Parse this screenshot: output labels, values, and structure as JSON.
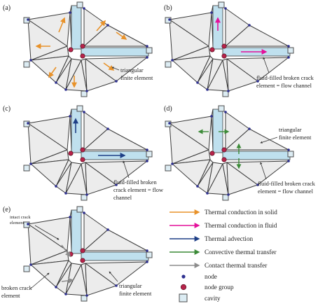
{
  "panels": [
    {
      "id": "a",
      "label": "(a)",
      "annotations": [
        "triangular",
        "finite element"
      ]
    },
    {
      "id": "b",
      "label": "(b)",
      "annotations": [
        "fluid-filled broken crack",
        "element = flow channel"
      ]
    },
    {
      "id": "c",
      "label": "(c)",
      "annotations": [
        "fluid-filled broken",
        "crack element = flow",
        "channel"
      ]
    },
    {
      "id": "d",
      "label": "(d)",
      "annotations": [
        "triangular",
        "finite element",
        "fluid-filled broken crack",
        "element = flow channel"
      ]
    },
    {
      "id": "e",
      "label": "(e)",
      "annotations": [
        "intact crack",
        "element",
        "broken crack",
        "element",
        "triangular",
        "finite element"
      ]
    }
  ],
  "legend": [
    {
      "label": "Thermal conduction in solid",
      "color": "#e8922a",
      "kind": "arrow"
    },
    {
      "label": "Thermal conduction in fluid",
      "color": "#e4109a",
      "kind": "arrow"
    },
    {
      "label": "Thermal advection",
      "color": "#1e3f86",
      "kind": "arrow"
    },
    {
      "label": "Convective thermal transfer",
      "color": "#3b8a37",
      "kind": "arrow"
    },
    {
      "label": "Contact thermal transfer",
      "color": "#8c8c8c",
      "kind": "arrow"
    },
    {
      "label": "node",
      "color": "#2d2f8f",
      "kind": "dot"
    },
    {
      "label": "node group",
      "color": "#b7234a",
      "kind": "group"
    },
    {
      "label": "cavity",
      "color": "#dcecf3",
      "kind": "square"
    }
  ]
}
